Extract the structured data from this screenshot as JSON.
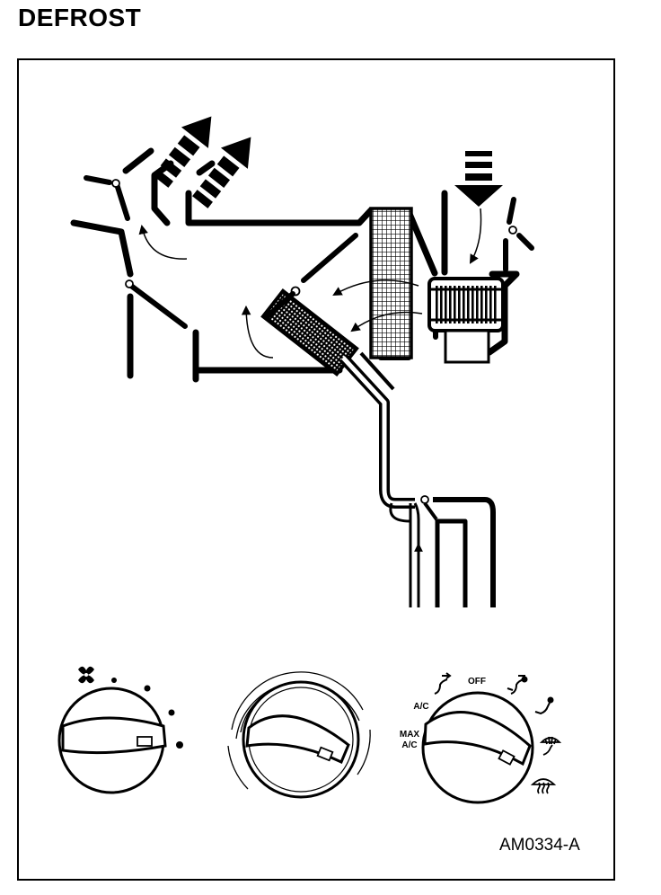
{
  "title": "DEFROST",
  "reference_code": "AM0334-A",
  "mode_knob": {
    "labels": {
      "off": "OFF",
      "ac": "A/C",
      "max_ac_line1": "MAX",
      "max_ac_line2": "A/C"
    }
  },
  "colors": {
    "ink": "#000000",
    "paper": "#ffffff"
  }
}
